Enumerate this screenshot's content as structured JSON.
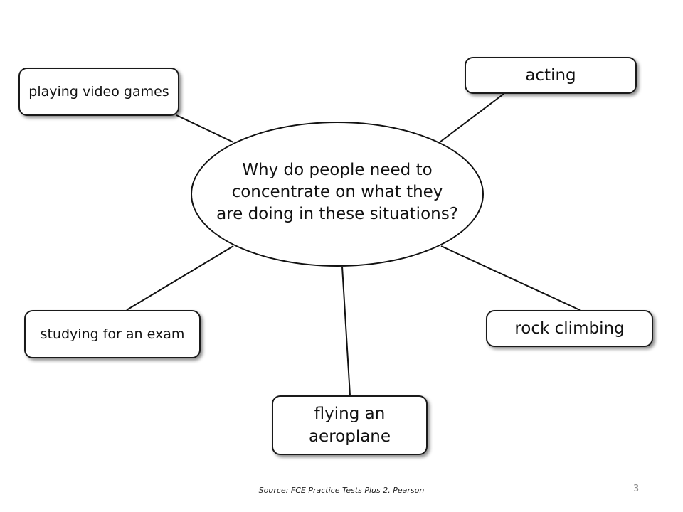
{
  "diagram": {
    "center_question": "Why do people need to concentrate on what they are doing in these situations?",
    "nodes": {
      "playing_video_games": "playing video games",
      "acting": "acting",
      "studying_for_an_exam": "studying for an exam",
      "rock_climbing": "rock climbing",
      "flying_an_aeroplane": "flying an aeroplane"
    }
  },
  "footer": {
    "source": "Source: FCE Practice Tests Plus 2. Pearson",
    "page_number": "3"
  },
  "colors": {
    "line": "#111111",
    "node_border": "#1a1a1a",
    "background": "#ffffff",
    "page_number": "#8c8c8c"
  }
}
